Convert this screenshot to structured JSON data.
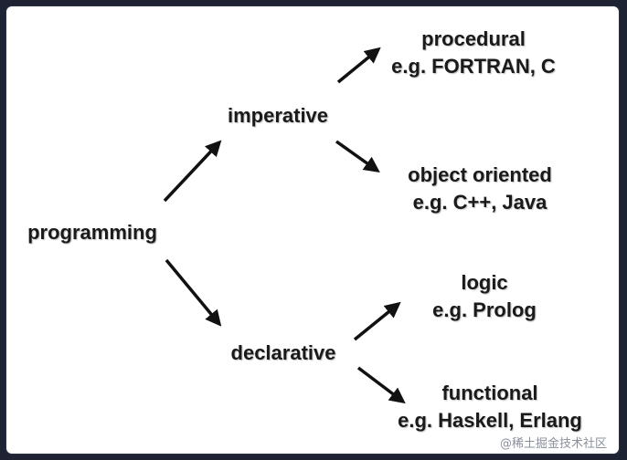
{
  "diagram": {
    "nodes": {
      "programming": {
        "lines": [
          "programming"
        ]
      },
      "imperative": {
        "lines": [
          "imperative"
        ]
      },
      "declarative": {
        "lines": [
          "declarative"
        ]
      },
      "procedural": {
        "lines": [
          "procedural",
          "e.g. FORTRAN, C"
        ]
      },
      "object_oriented": {
        "lines": [
          "object oriented",
          "e.g. C++, Java"
        ]
      },
      "logic": {
        "lines": [
          "logic",
          "e.g. Prolog"
        ]
      },
      "functional": {
        "lines": [
          "functional",
          "e.g. Haskell, Erlang"
        ]
      }
    },
    "edges": [
      {
        "from": "programming",
        "to": "imperative"
      },
      {
        "from": "programming",
        "to": "declarative"
      },
      {
        "from": "imperative",
        "to": "procedural"
      },
      {
        "from": "imperative",
        "to": "object_oriented"
      },
      {
        "from": "declarative",
        "to": "logic"
      },
      {
        "from": "declarative",
        "to": "functional"
      }
    ],
    "colors": {
      "text": "#1a1a1a",
      "arrow": "#111111",
      "background": "#ffffff",
      "frame": "#1e2334"
    }
  },
  "watermark": {
    "text": "@稀土掘金技术社区"
  }
}
